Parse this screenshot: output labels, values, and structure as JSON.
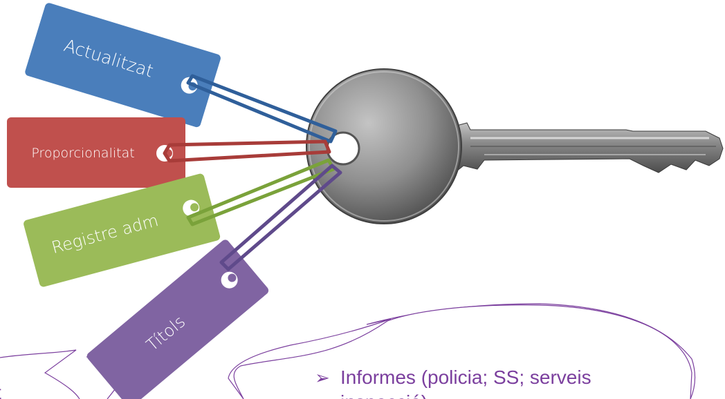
{
  "tags": [
    {
      "id": "actualitzat",
      "label": "Actualitzat",
      "color": "#4a7ebb"
    },
    {
      "id": "proporcionalitat",
      "label": "Proporcionalitat",
      "color": "#c0504d"
    },
    {
      "id": "registre",
      "label": "Registre adm",
      "color": "#9bbb59"
    },
    {
      "id": "titols",
      "label": "Títols",
      "color": "#8064a2"
    }
  ],
  "ring_colors": {
    "actualitzat": "#2f5f9a",
    "proporcionalitat": "#a83c39",
    "registre": "#7aa23a",
    "titols": "#5f4a8b"
  },
  "bubble": {
    "bullet_line_1": "Informes (policia; SS; serveis",
    "bullet_line_2": "inspecció)",
    "left_partial": "t",
    "text_color": "#7b3f9e",
    "outline_color": "#7b3f9e"
  },
  "key": {
    "body_color": "#8f8f8f",
    "shadow_color": "#4d4d4d"
  }
}
